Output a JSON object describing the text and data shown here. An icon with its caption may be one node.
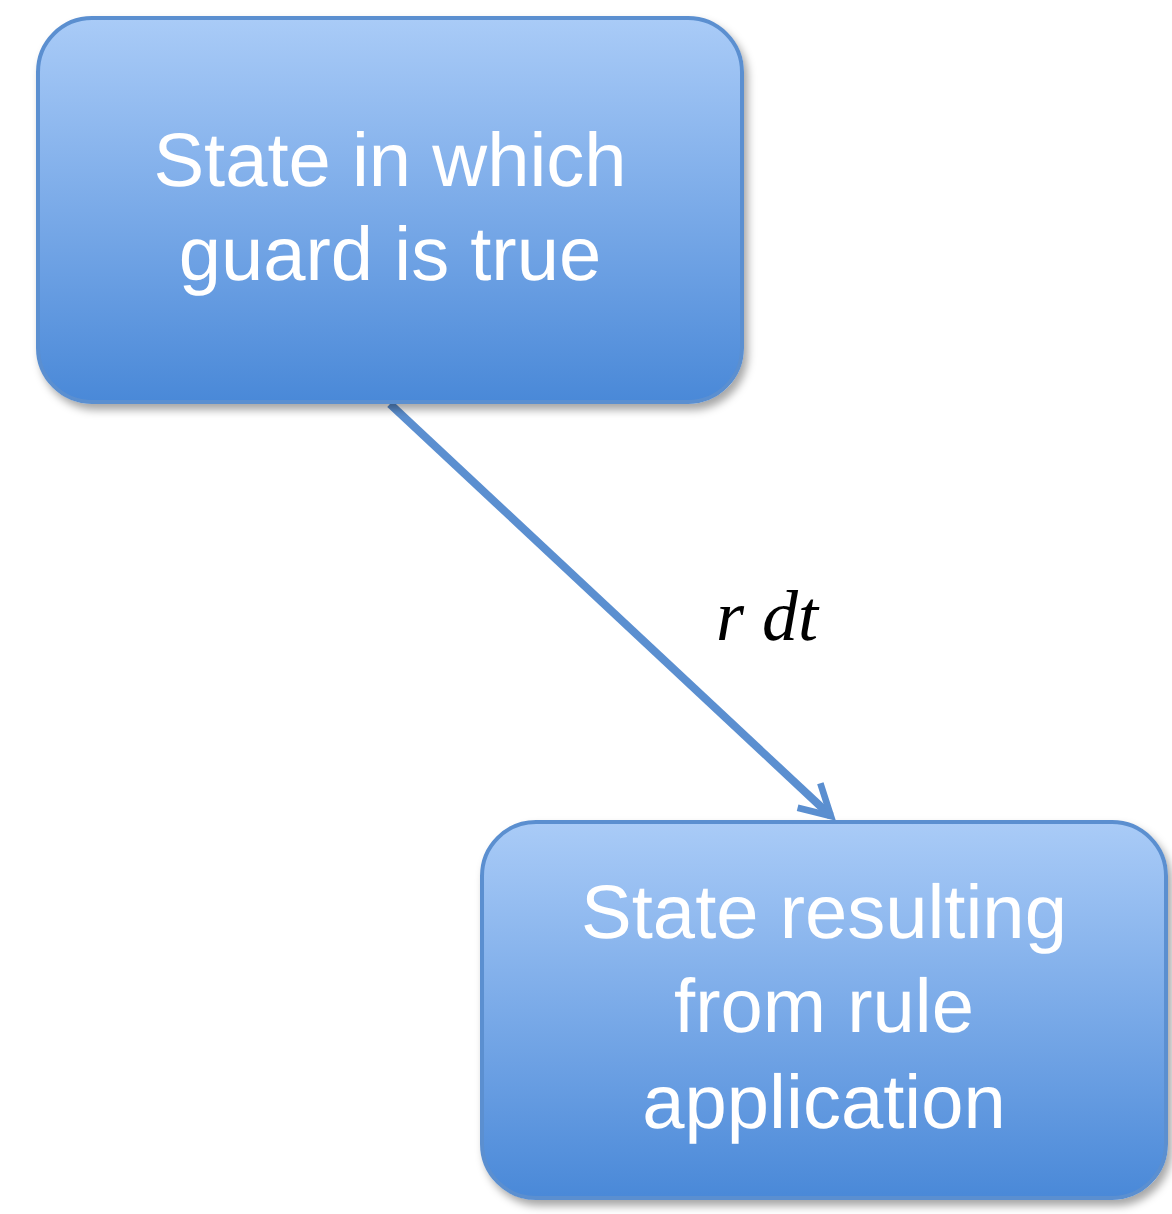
{
  "diagram": {
    "nodes": [
      {
        "text": [
          "State in which guard is true"
        ]
      },
      {
        "text": [
          "State resulting from rule application"
        ]
      }
    ],
    "edges": [
      {
        "from": 0,
        "to": 1,
        "arrow": "to",
        "label": "r dt"
      }
    ]
  }
}
